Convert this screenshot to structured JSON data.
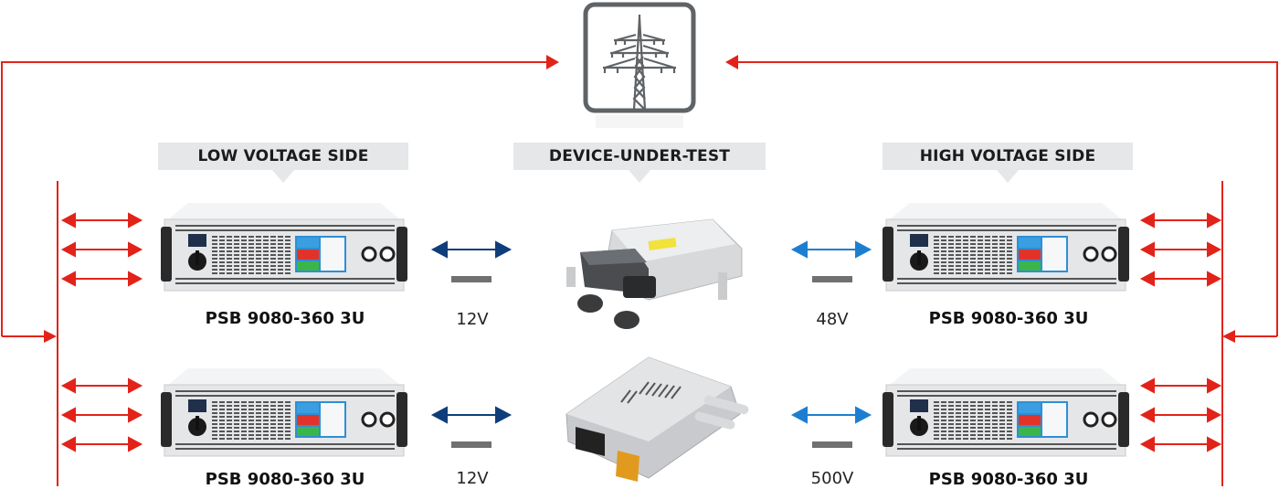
{
  "diagram": {
    "grid_icon": "power-grid-pylon-icon",
    "headers": {
      "low_voltage": "LOW VOLTAGE SIDE",
      "dut": "DEVICE-UNDER-TEST",
      "high_voltage": "HIGH VOLTAGE SIDE"
    },
    "devices": {
      "low_top": {
        "model": "PSB 9080-360 3U"
      },
      "low_bottom": {
        "model": "PSB 9080-360 3U"
      },
      "high_top": {
        "model": "PSB 9080-360 3U"
      },
      "high_bottom": {
        "model": "PSB 9080-360 3U"
      }
    },
    "voltages": {
      "low_top": "12V",
      "low_bottom": "12V",
      "high_top": "48V",
      "high_bottom": "500V"
    },
    "dut_items": [
      {
        "name": "dc-dc-converter-48v"
      },
      {
        "name": "dc-dc-converter-500v"
      }
    ],
    "colors": {
      "grid_line": "#e2231a",
      "low_side_arrow": "#0f3e7a",
      "high_side_arrow": "#1d7ed1",
      "dc_symbol": "#707070",
      "header_bg": "#e6e7e9",
      "icon_frame": "#5f6366"
    }
  }
}
